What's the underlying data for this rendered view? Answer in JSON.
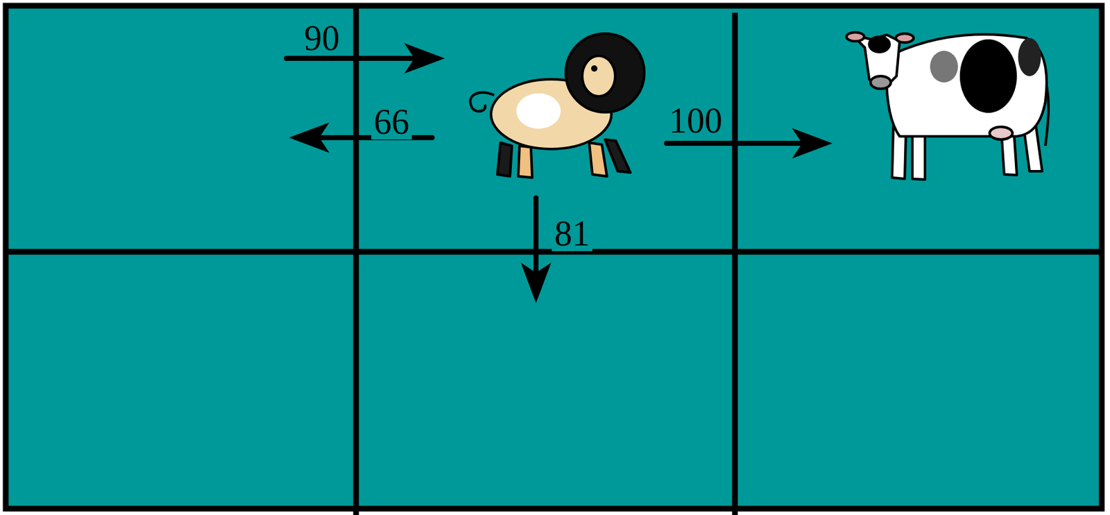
{
  "diagram": {
    "labels": [
      "90",
      "66",
      "100",
      "81"
    ]
  }
}
